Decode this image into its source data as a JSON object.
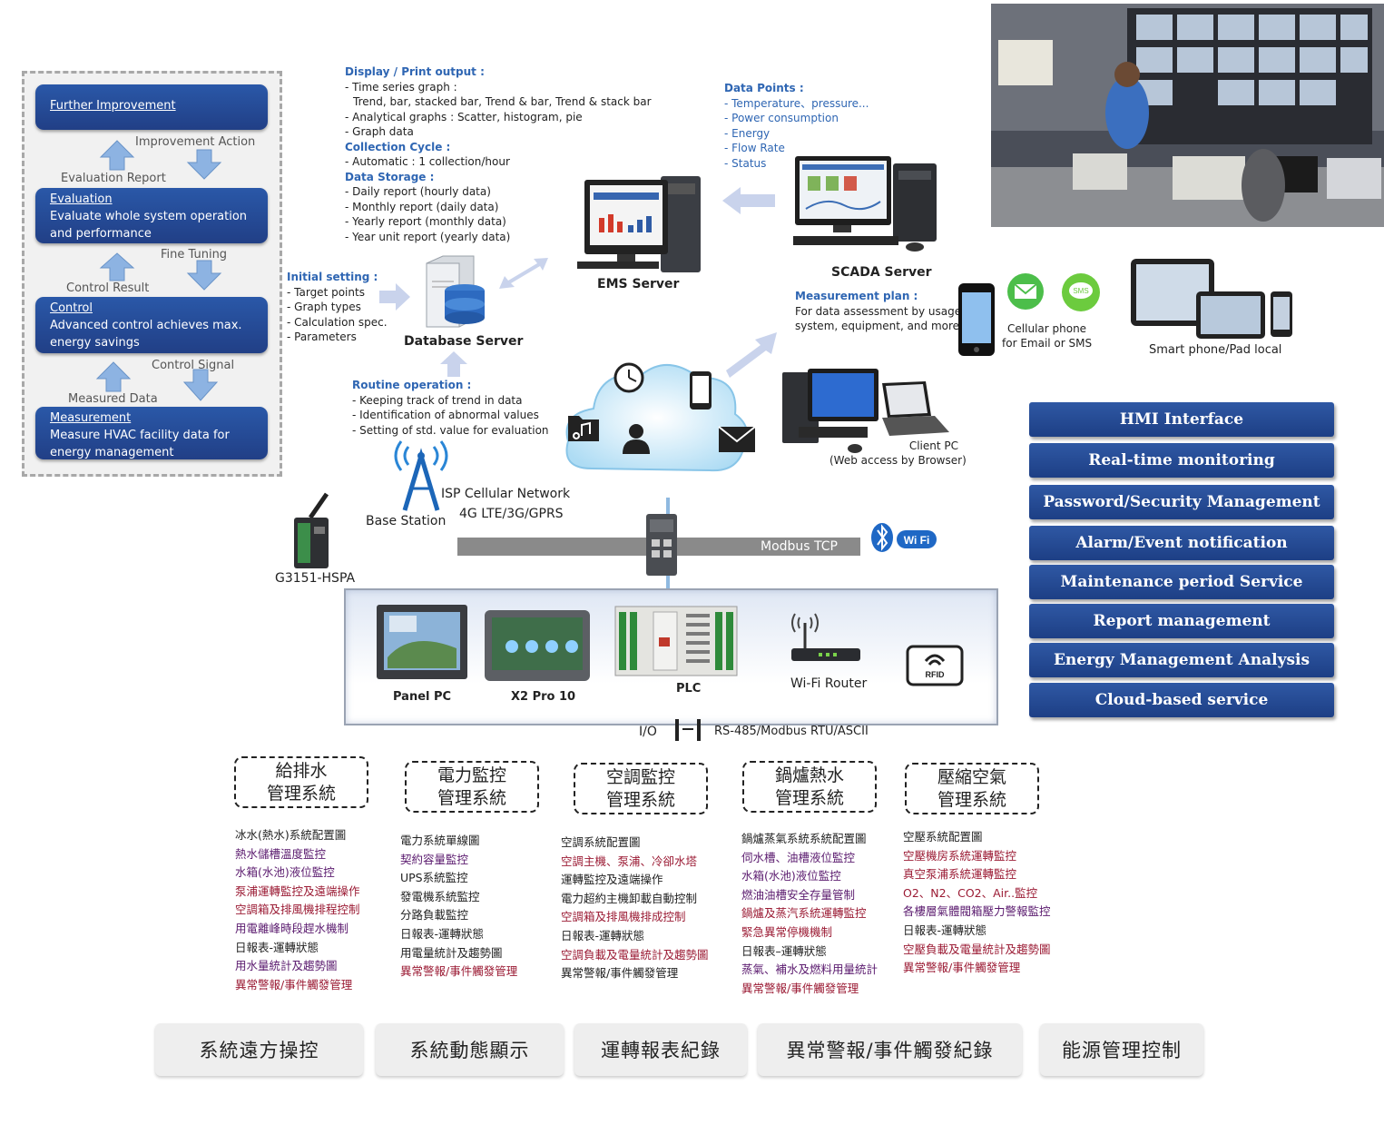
{
  "cycle": {
    "further": {
      "title": "Further Improvement"
    },
    "evaluation": {
      "title": "Evaluation",
      "text": "Evaluate whole system operation and performance"
    },
    "control": {
      "title": "Control",
      "text": "Advanced control achieves max. energy savings"
    },
    "measurement": {
      "title": "Measurement",
      "text": "Measure HVAC facility data for energy management"
    },
    "labels": {
      "improvement_action": "Improvement Action",
      "evaluation_report": "Evaluation Report",
      "fine_tuning": "Fine Tuning",
      "control_result": "Control Result",
      "control_signal": "Control Signal",
      "measured_data": "Measured Data"
    }
  },
  "display": {
    "heading": "Display / Print output :",
    "items": [
      "- Time series graph :",
      "  Trend, bar, stacked bar, Trend & bar, Trend & stack bar",
      "- Analytical graphs :  Scatter, histogram, pie",
      "- Graph data"
    ],
    "collection_heading": "Collection Cycle :",
    "collection_items": [
      "- Automatic : 1 collection/hour"
    ],
    "storage_heading": "Data Storage :",
    "storage_items": [
      "- Daily report (hourly data)",
      "- Monthly report (daily data)",
      "- Yearly report (monthly  data)",
      "- Year unit report (yearly data)"
    ]
  },
  "initial": {
    "heading": "Initial setting :",
    "items": [
      "- Target points",
      "- Graph types",
      "- Calculation spec.",
      "- Parameters"
    ]
  },
  "routine": {
    "heading": "Routine operation :",
    "items": [
      "- Keeping track of trend in data",
      "- Identification of abnormal values",
      "- Setting of std. value for evaluation"
    ]
  },
  "datapoints": {
    "heading": "Data Points :",
    "items": [
      "- Temperature、pressure...",
      "- Power consumption",
      "- Energy",
      "- Flow Rate",
      "- Status"
    ]
  },
  "measurement_plan": {
    "heading": "Measurement plan :",
    "items": [
      "For data assessment by usage,",
      "system, equipment, and more."
    ]
  },
  "labels": {
    "database_server": "Database Server",
    "ems_server": "EMS Server",
    "scada_server": "SCADA Server",
    "cellular_phone": "Cellular phone",
    "email_sms": "for Email  or SMS",
    "smartphone_pad": "Smart phone/Pad  local",
    "client_pc": "Client PC",
    "web_access": "(Web access by Browser)",
    "base_station": "Base Station",
    "isp": "ISP  Cellular  Network",
    "network_types": "4G LTE/3G/GPRS",
    "g3151": "G3151-HSPA",
    "modbus_tcp": "Modbus TCP",
    "wifi_badge": "Wi Fi",
    "sms_badge": "SMS",
    "panel_pc": "Panel PC",
    "x2pro": "X2 Pro 10",
    "plc": "PLC",
    "wifi_router": "Wi-Fi Router",
    "rfid": "RFID",
    "io": "I/O",
    "rs485": "RS-485/Modbus RTU/ASCII"
  },
  "features": [
    "HMI Interface",
    "Real-time monitoring",
    "Password/Security Management",
    "Alarm/Event notification",
    "Maintenance period Service",
    "Report management",
    "Energy Management Analysis",
    "Cloud-based service"
  ],
  "systems": [
    {
      "line1": "給排水",
      "line2": "管理系統",
      "items": [
        [
          "冰水(熱水)系統配置圖",
          "k"
        ],
        [
          "熱水儲槽溫度監控",
          "m"
        ],
        [
          "水箱(水池)液位監控",
          "m"
        ],
        [
          "泵浦運轉監控及遠端操作",
          "r"
        ],
        [
          "空調箱及排風機排程控制",
          "r"
        ],
        [
          "用電離峰時段趕水機制",
          "m"
        ],
        [
          "日報表-運轉狀態",
          "k"
        ],
        [
          "用水量統計及趨勢圖",
          "m"
        ],
        [
          "異常警報/事件觸發管理",
          "r"
        ]
      ]
    },
    {
      "line1": "電力監控",
      "line2": "管理系統",
      "items": [
        [
          "電力系統單線圖",
          "k"
        ],
        [
          "契約容量監控",
          "m"
        ],
        [
          "UPS系統監控",
          "k"
        ],
        [
          "發電機系統監控",
          "k"
        ],
        [
          "分路負載監控",
          "k"
        ],
        [
          "日報表-運轉狀態",
          "k"
        ],
        [
          "用電量統計及趨勢圖",
          "k"
        ],
        [
          "異常警報/事件觸發管理",
          "r"
        ]
      ]
    },
    {
      "line1": "空調監控",
      "line2": "管理系統",
      "items": [
        [
          "空調系統配置圖",
          "k"
        ],
        [
          "空調主機、泵浦、冷卻水塔",
          "r"
        ],
        [
          "運轉監控及遠端操作",
          "k"
        ],
        [
          "電力超約主機卸載自動控制",
          "k"
        ],
        [
          "空調箱及排風機排成控制",
          "r"
        ],
        [
          "日報表-運轉狀態",
          "k"
        ],
        [
          "空調負載及電量統計及趨勢圖",
          "r"
        ],
        [
          "異常警報/事件觸發管理",
          "k"
        ]
      ]
    },
    {
      "line1": "鍋爐熱水",
      "line2": "管理系統",
      "items": [
        [
          "鍋爐蒸氣系統系統配置圖",
          "k"
        ],
        [
          "伺水槽、油槽液位監控",
          "m"
        ],
        [
          "水箱(水池)液位監控",
          "m"
        ],
        [
          "燃油油槽安全存量管制",
          "m"
        ],
        [
          "鍋爐及蒸汽系統運轉監控",
          "r"
        ],
        [
          "緊急異常停機機制",
          "r"
        ],
        [
          "日報表–運轉狀態",
          "k"
        ],
        [
          "蒸氣、補水及燃料用量統計",
          "m"
        ],
        [
          "異常警報/事件觸發管理",
          "r"
        ]
      ]
    },
    {
      "line1": "壓縮空氣",
      "line2": "管理系統",
      "items": [
        [
          "空壓系統配置圖",
          "k"
        ],
        [
          "空壓機房系統運轉監控",
          "r"
        ],
        [
          "真空泵浦系統運轉監控",
          "r"
        ],
        [
          "O2、N2、CO2、Air..監控",
          "r"
        ],
        [
          "各樓層氣體閥箱壓力警報監控",
          "m"
        ],
        [
          "日報表-運轉狀態",
          "k"
        ],
        [
          "空壓負載及電量統計及趨勢圖",
          "r"
        ],
        [
          "異常警報/事件觸發管理",
          "r"
        ]
      ]
    }
  ],
  "bottom": [
    "系統遠方操控",
    "系統動態顯示",
    "運轉報表紀錄",
    "異常警報/事件觸發紀錄",
    "能源管理控制"
  ],
  "colors": {
    "accent_blue": "#21468e",
    "heading_blue": "#2f66b3",
    "alarm_red": "#9b1b34"
  }
}
